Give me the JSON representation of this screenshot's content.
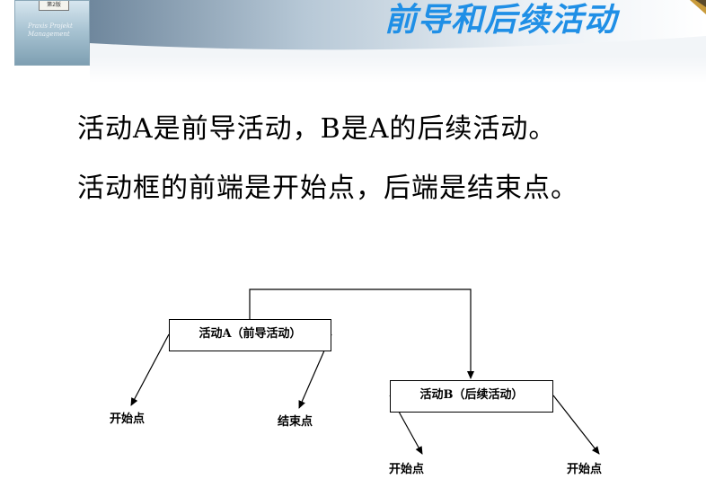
{
  "header": {
    "title": "前导和后续活动",
    "book_cover": {
      "edition_label": "第2版",
      "script_text": "Praxis Projekt Management"
    }
  },
  "body": {
    "lines": [
      "活动A是前导活动，B是A的后续活动。",
      "活动框的前端是开始点，后端是结束点。"
    ]
  },
  "diagram": {
    "activity_a": "活动A（前导活动）",
    "activity_b": "活动B（后续活动）",
    "a_start": "开始点",
    "a_end": "结束点",
    "b_start": "开始点",
    "b_end": "开始点"
  },
  "colors": {
    "title": "#1f8fe6",
    "text": "#000000"
  }
}
